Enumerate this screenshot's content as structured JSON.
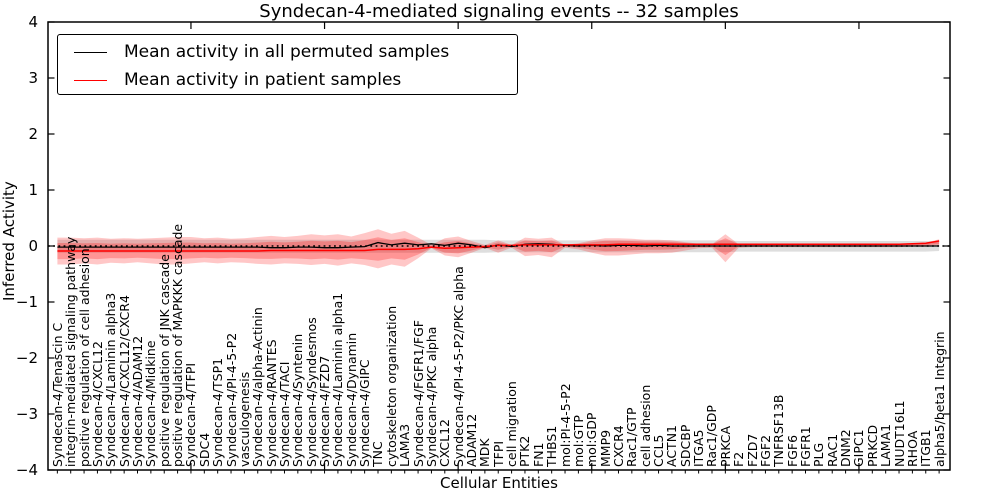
{
  "figure": {
    "title": "Syndecan-4-mediated signaling events -- 32 samples"
  },
  "legend": {
    "entries": [
      {
        "label": "Mean activity in all permuted samples",
        "color": "#000000"
      },
      {
        "label": "Mean activity in patient samples",
        "color": "#ff0000"
      }
    ]
  },
  "chart_data": {
    "type": "line",
    "title": "Syndecan-4-mediated signaling events -- 32 samples",
    "xlabel": "Cellular Entities",
    "ylabel": "Inferred Activity",
    "ylim": [
      -4,
      4
    ],
    "ytick_labels": [
      "4",
      "3",
      "2",
      "1",
      "0",
      "−1",
      "−2",
      "−3",
      "−4"
    ],
    "ytick_values": [
      4,
      3,
      2,
      1,
      0,
      -1,
      -2,
      -3,
      -4
    ],
    "x_major_tick_every": 10,
    "grid": false,
    "legend_position": "upper left",
    "zero_line_style": "dotted",
    "categories": [
      "Syndecan-4/Tenascin C",
      "integrin-mediated signaling pathway",
      "positive regulation of cell adhesion",
      "Syndecan-4/CXCL12",
      "Syndecan-4/Laminin alpha3",
      "Syndecan-4/CXCL12/CXCR4",
      "Syndecan-4/ADAM12",
      "Syndecan-4/Midkine",
      "positive regulation of JNK cascade",
      "positive regulation of MAPKKK cascade",
      "Syndecan-4/TFPI",
      "SDC4",
      "Syndecan-4/TSP1",
      "Syndecan-4/PI-4-5-P2",
      "vasculogenesis",
      "Syndecan-4/alpha-Actinin",
      "Syndecan-4/RANTES",
      "Syndecan-4/TACI",
      "Syndecan-4/Syntenin",
      "Syndecan-4/Syndesmos",
      "Syndecan-4/FZD7",
      "Syndecan-4/Laminin alpha1",
      "Syndecan-4/Dynamin",
      "Syndecan-4/GIPC",
      "TNC",
      "cytoskeleton organization",
      "LAMA3",
      "Syndecan-4/FGFR1/FGF",
      "Syndecan-4/PKC alpha",
      "CXCL12",
      "Syndecan-4/PI-4-5-P2/PKC alpha",
      "ADAM12",
      "MDK",
      "TFPI",
      "cell migration",
      "PTK2",
      "FN1",
      "THBS1",
      "mol:PI-4-5-P2",
      "mol:GTP",
      "mol:GDP",
      "MMP9",
      "CXCR4",
      "Rac1/GTP",
      "cell adhesion",
      "CCL5",
      "ACTN1",
      "SDCBP",
      "ITGA5",
      "Rac1/GDP",
      "PRKCA",
      "F2",
      "FZD7",
      "FGF2",
      "TNFRSF13B",
      "FGF6",
      "FGFR1",
      "PLG",
      "RAC1",
      "DNM2",
      "GIPC1",
      "PRKCD",
      "LAMA1",
      "NUDT16L1",
      "RHOA",
      "ITGB1",
      "alpha5/beta1 Integrin"
    ],
    "series": [
      {
        "name": "Mean activity in all permuted samples",
        "color": "#000000",
        "values": [
          -0.02,
          -0.02,
          -0.02,
          -0.02,
          -0.02,
          -0.02,
          -0.02,
          -0.02,
          -0.02,
          -0.02,
          -0.02,
          -0.02,
          -0.02,
          -0.02,
          -0.02,
          -0.02,
          -0.03,
          -0.03,
          -0.02,
          -0.02,
          -0.03,
          -0.03,
          -0.02,
          -0.01,
          0.06,
          0.02,
          0.05,
          0.02,
          0.04,
          0.01,
          0.05,
          0.02,
          -0.03,
          0.02,
          -0.01,
          0.03,
          0.04,
          0.03,
          0.01,
          0.0,
          0.01,
          0.0,
          0.01,
          0.01,
          0.0,
          0.01,
          0.0,
          0.0,
          0.0,
          0.0,
          0.0,
          0.0,
          0.0,
          0.0,
          0.0,
          0.0,
          0.0,
          0.0,
          0.0,
          0.0,
          0.0,
          0.0,
          0.0,
          0.0,
          0.0,
          0.0,
          0.0
        ]
      },
      {
        "name": "Mean activity in patient samples",
        "color": "#ff0000",
        "values": [
          -0.09,
          -0.09,
          -0.09,
          -0.09,
          -0.09,
          -0.09,
          -0.09,
          -0.09,
          -0.09,
          -0.09,
          -0.09,
          -0.09,
          -0.09,
          -0.09,
          -0.09,
          -0.09,
          -0.08,
          -0.08,
          -0.08,
          -0.08,
          -0.08,
          -0.08,
          -0.08,
          -0.08,
          -0.06,
          -0.06,
          -0.06,
          -0.05,
          -0.02,
          -0.04,
          -0.03,
          -0.02,
          -0.01,
          0.01,
          0.01,
          0.02,
          0.02,
          0.02,
          0.02,
          0.02,
          0.02,
          0.02,
          0.03,
          0.03,
          0.03,
          0.03,
          0.03,
          0.03,
          0.03,
          0.03,
          0.03,
          0.03,
          0.03,
          0.03,
          0.03,
          0.03,
          0.03,
          0.03,
          0.03,
          0.03,
          0.03,
          0.03,
          0.03,
          0.03,
          0.04,
          0.05,
          0.09
        ]
      }
    ],
    "bands": [
      {
        "name": "permuted-range",
        "color": "#8a8a8a",
        "alpha": 0.28,
        "upper": [
          0.11,
          0.11,
          0.11,
          0.11,
          0.11,
          0.11,
          0.11,
          0.11,
          0.11,
          0.11,
          0.11,
          0.11,
          0.11,
          0.11,
          0.11,
          0.11,
          0.11,
          0.11,
          0.11,
          0.11,
          0.11,
          0.11,
          0.11,
          0.11,
          0.11,
          0.11,
          0.11,
          0.11,
          0.11,
          0.11,
          0.11,
          0.11,
          0.11,
          0.1,
          0.1,
          0.1,
          0.1,
          0.1,
          0.1,
          0.1,
          0.1,
          0.1,
          0.1,
          0.1,
          0.1,
          0.1,
          0.1,
          0.1,
          0.1,
          0.1,
          0.1,
          0.09,
          0.09,
          0.09,
          0.09,
          0.09,
          0.09,
          0.09,
          0.09,
          0.09,
          0.09,
          0.09,
          0.09,
          0.09,
          0.09,
          0.09,
          0.08
        ],
        "lower": [
          -0.12,
          -0.12,
          -0.12,
          -0.12,
          -0.12,
          -0.12,
          -0.12,
          -0.12,
          -0.12,
          -0.12,
          -0.12,
          -0.12,
          -0.12,
          -0.12,
          -0.12,
          -0.12,
          -0.12,
          -0.12,
          -0.12,
          -0.12,
          -0.12,
          -0.12,
          -0.12,
          -0.12,
          -0.12,
          -0.12,
          -0.12,
          -0.12,
          -0.12,
          -0.12,
          -0.12,
          -0.12,
          -0.12,
          -0.11,
          -0.11,
          -0.11,
          -0.11,
          -0.11,
          -0.11,
          -0.11,
          -0.11,
          -0.11,
          -0.11,
          -0.11,
          -0.11,
          -0.11,
          -0.11,
          -0.11,
          -0.11,
          -0.11,
          -0.11,
          -0.1,
          -0.1,
          -0.1,
          -0.1,
          -0.1,
          -0.1,
          -0.1,
          -0.1,
          -0.1,
          -0.1,
          -0.1,
          -0.1,
          -0.1,
          -0.1,
          -0.1,
          -0.09
        ]
      },
      {
        "name": "patient-range-outer",
        "color": "#ff0000",
        "alpha": 0.22,
        "upper": [
          0.15,
          0.15,
          0.14,
          0.15,
          0.13,
          0.14,
          0.13,
          0.14,
          0.15,
          0.16,
          0.16,
          0.14,
          0.15,
          0.13,
          0.14,
          0.16,
          0.18,
          0.16,
          0.18,
          0.21,
          0.19,
          0.21,
          0.17,
          0.23,
          0.3,
          0.22,
          0.27,
          0.15,
          0.02,
          0.14,
          0.17,
          0.09,
          0.02,
          0.1,
          0.02,
          0.15,
          0.13,
          0.15,
          0.02,
          0.05,
          0.1,
          0.14,
          0.14,
          0.13,
          0.11,
          0.11,
          0.1,
          0.07,
          0.04,
          0.03,
          0.21,
          0.03,
          0.04,
          0.04,
          0.04,
          0.04,
          0.04,
          0.04,
          0.04,
          0.04,
          0.04,
          0.04,
          0.04,
          0.04,
          0.05,
          0.06,
          0.12
        ],
        "lower": [
          -0.33,
          -0.33,
          -0.31,
          -0.33,
          -0.3,
          -0.31,
          -0.29,
          -0.31,
          -0.33,
          -0.33,
          -0.31,
          -0.29,
          -0.31,
          -0.29,
          -0.3,
          -0.32,
          -0.33,
          -0.31,
          -0.32,
          -0.34,
          -0.32,
          -0.35,
          -0.31,
          -0.34,
          -0.4,
          -0.33,
          -0.37,
          -0.22,
          -0.04,
          -0.17,
          -0.2,
          -0.12,
          -0.03,
          -0.12,
          -0.03,
          -0.18,
          -0.16,
          -0.2,
          -0.03,
          -0.06,
          -0.12,
          -0.17,
          -0.17,
          -0.15,
          -0.13,
          -0.13,
          -0.12,
          -0.08,
          -0.04,
          -0.03,
          -0.29,
          -0.03,
          -0.02,
          -0.02,
          -0.02,
          -0.02,
          -0.02,
          -0.02,
          -0.02,
          -0.02,
          -0.02,
          -0.02,
          -0.02,
          -0.02,
          -0.01,
          -0.01,
          0.0
        ]
      },
      {
        "name": "patient-range-inner",
        "color": "#ff0000",
        "alpha": 0.25,
        "scale_of": "patient-range-outer",
        "scale": 0.6
      }
    ]
  }
}
